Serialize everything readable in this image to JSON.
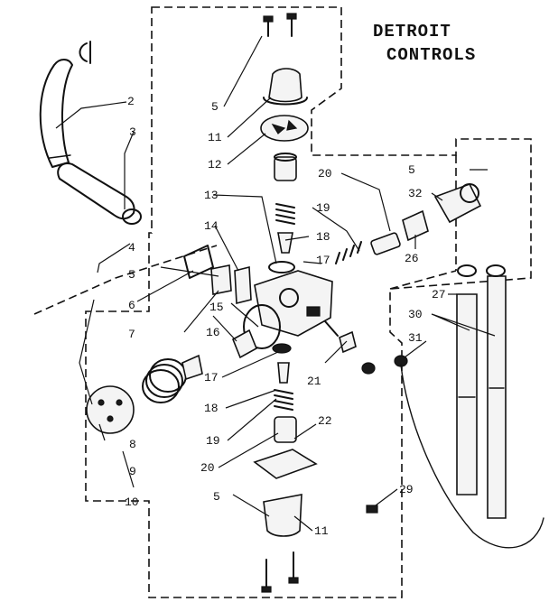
{
  "title": {
    "line1": "DETROIT",
    "line2": "CONTROLS"
  },
  "callouts": [
    {
      "id": "c2a",
      "text": "2"
    },
    {
      "id": "c3",
      "text": "3"
    },
    {
      "id": "c4",
      "text": "4"
    },
    {
      "id": "c5a",
      "text": "5"
    },
    {
      "id": "c5b",
      "text": "5"
    },
    {
      "id": "c5c",
      "text": "5"
    },
    {
      "id": "c5d",
      "text": "5"
    },
    {
      "id": "c6",
      "text": "6"
    },
    {
      "id": "c7",
      "text": "7"
    },
    {
      "id": "c8",
      "text": "8"
    },
    {
      "id": "c9",
      "text": "9"
    },
    {
      "id": "c10",
      "text": "10"
    },
    {
      "id": "c11a",
      "text": "11"
    },
    {
      "id": "c11b",
      "text": "11"
    },
    {
      "id": "c12",
      "text": "12"
    },
    {
      "id": "c13",
      "text": "13"
    },
    {
      "id": "c14",
      "text": "14"
    },
    {
      "id": "c15",
      "text": "15"
    },
    {
      "id": "c16",
      "text": "16"
    },
    {
      "id": "c17a",
      "text": "17"
    },
    {
      "id": "c17b",
      "text": "17"
    },
    {
      "id": "c18a",
      "text": "18"
    },
    {
      "id": "c18b",
      "text": "18"
    },
    {
      "id": "c19a",
      "text": "19"
    },
    {
      "id": "c19b",
      "text": "19"
    },
    {
      "id": "c20a",
      "text": "20"
    },
    {
      "id": "c20b",
      "text": "20"
    },
    {
      "id": "c21",
      "text": "21"
    },
    {
      "id": "c22",
      "text": "22"
    },
    {
      "id": "c26",
      "text": "26"
    },
    {
      "id": "c27",
      "text": "27"
    },
    {
      "id": "c29",
      "text": "29"
    },
    {
      "id": "c30",
      "text": "30"
    },
    {
      "id": "c31",
      "text": "31"
    },
    {
      "id": "c32",
      "text": "32"
    }
  ]
}
